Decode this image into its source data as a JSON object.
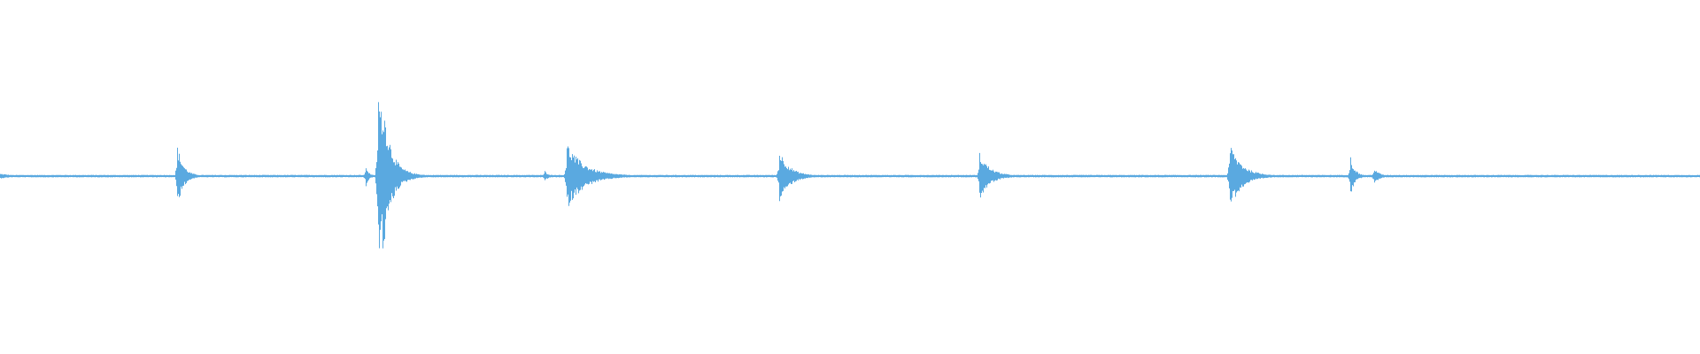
{
  "waveform": {
    "color": "#5aa9e0",
    "background": "#ffffff",
    "transients": [
      {
        "t": 0.104,
        "amp": 0.33,
        "decay": 0.0035
      },
      {
        "t": 0.215,
        "amp": 0.12,
        "decay": 0.0015
      },
      {
        "t": 0.222,
        "amp": 0.94,
        "decay": 0.006
      },
      {
        "t": 0.225,
        "amp": 0.82,
        "decay": 0.005
      },
      {
        "t": 0.32,
        "amp": 0.06,
        "decay": 0.002
      },
      {
        "t": 0.333,
        "amp": 0.35,
        "decay": 0.01
      },
      {
        "t": 0.458,
        "amp": 0.28,
        "decay": 0.006
      },
      {
        "t": 0.576,
        "amp": 0.24,
        "decay": 0.006
      },
      {
        "t": 0.723,
        "amp": 0.35,
        "decay": 0.007
      },
      {
        "t": 0.794,
        "amp": 0.22,
        "decay": 0.0025
      },
      {
        "t": 0.808,
        "amp": 0.1,
        "decay": 0.0025
      }
    ],
    "noise_floor": 0.008
  }
}
